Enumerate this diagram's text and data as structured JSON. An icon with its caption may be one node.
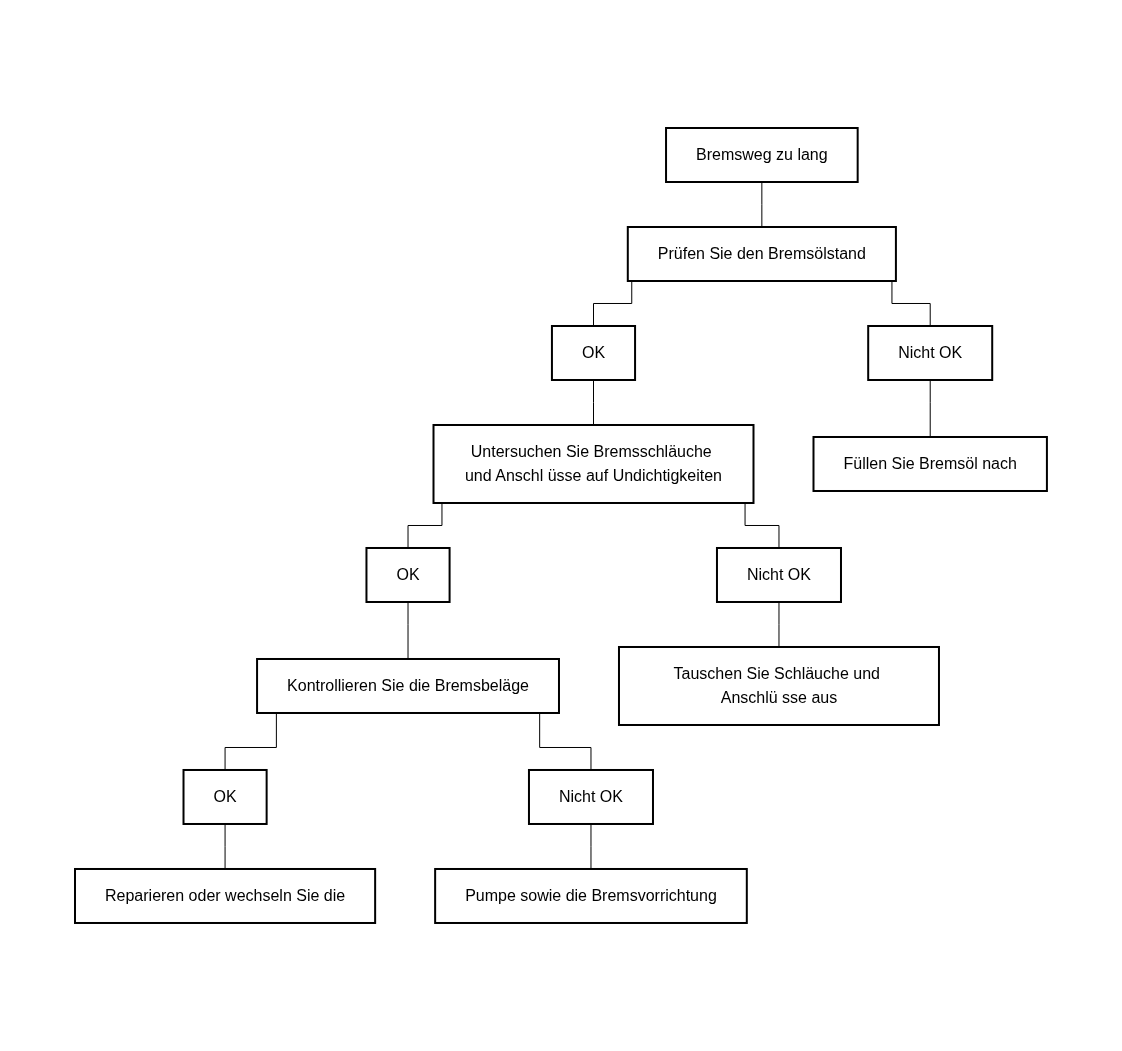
{
  "diagram": {
    "nodes": [
      {
        "text": [
          "Bremsweg zu lang"
        ]
      },
      {
        "text": [
          "Prüfen Sie den Bremsölstand"
        ]
      },
      {
        "text": [
          "OK"
        ]
      },
      {
        "text": [
          "Nicht OK"
        ]
      },
      {
        "text": [
          "Untersuchen Sie Bremsschläuche und Anschl üsse auf Undichtigkeiten"
        ]
      },
      {
        "text": [
          "Füllen Sie Bremsöl nach"
        ]
      },
      {
        "text": [
          "OK"
        ]
      },
      {
        "text": [
          "Nicht OK"
        ]
      },
      {
        "text": [
          "Kontrollieren Sie die Bremsbeläge"
        ]
      },
      {
        "text": [
          "Tauschen Sie Schläuche und Anschlü sse aus"
        ]
      },
      {
        "text": [
          "OK"
        ]
      },
      {
        "text": [
          "Nicht OK"
        ]
      },
      {
        "text": [
          "Reparieren oder wechseln Sie die"
        ]
      },
      {
        "text": [
          "Pumpe sowie die Bremsvorrichtung"
        ]
      }
    ],
    "edges": [
      {
        "from": 0,
        "to": 1,
        "arrow": "none"
      },
      {
        "from": 1,
        "to": 2,
        "arrow": "none"
      },
      {
        "from": 1,
        "to": 3,
        "arrow": "none"
      },
      {
        "from": 2,
        "to": 4,
        "arrow": "none"
      },
      {
        "from": 3,
        "to": 5,
        "arrow": "none"
      },
      {
        "from": 4,
        "to": 6,
        "arrow": "none"
      },
      {
        "from": 4,
        "to": 7,
        "arrow": "none"
      },
      {
        "from": 6,
        "to": 8,
        "arrow": "none"
      },
      {
        "from": 7,
        "to": 9,
        "arrow": "none"
      },
      {
        "from": 8,
        "to": 10,
        "arrow": "none"
      },
      {
        "from": 8,
        "to": 11,
        "arrow": "none"
      },
      {
        "from": 10,
        "to": 12,
        "arrow": "none"
      },
      {
        "from": 11,
        "to": 13,
        "arrow": "none"
      }
    ]
  }
}
